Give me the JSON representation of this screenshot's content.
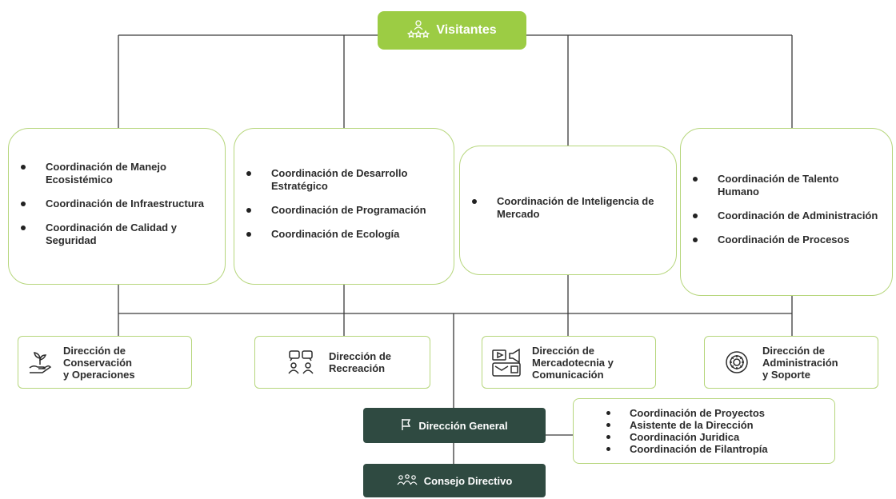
{
  "top": {
    "label": "Visitantes",
    "icon": "users-stars-icon"
  },
  "coordination_groups": [
    {
      "items": [
        "Coordinación de Manejo Ecosistémico",
        "Coordinación de Infraestructura",
        "Coordinación de Calidad y Seguridad"
      ]
    },
    {
      "items": [
        "Coordinación de Desarrollo Estratégico",
        "Coordinación de Programación",
        "Coordinación de Ecología"
      ]
    },
    {
      "items": [
        "Coordinación de Inteligencia de Mercado"
      ]
    },
    {
      "items": [
        "Coordinación de Talento Humano",
        "Coordinación de Administración",
        "Coordinación de Procesos"
      ]
    }
  ],
  "directions": [
    {
      "label": "Dirección de\nConservación\ny Operaciones",
      "icon": "hand-plant-icon"
    },
    {
      "label": "Dirección de\nRecreación",
      "icon": "chat-people-icon"
    },
    {
      "label": "Dirección de\nMercadotecnia y\nComunicación",
      "icon": "media-megaphone-icon"
    },
    {
      "label": "Dirección de\nAdministración\ny Soporte",
      "icon": "gear-icon"
    }
  ],
  "general": {
    "label": "Dirección General",
    "icon": "flag-icon"
  },
  "council": {
    "label": "Consejo Directivo",
    "icon": "group-icon"
  },
  "general_side": {
    "items": [
      "Coordinación de Proyectos",
      "Asistente de la Dirección",
      "Coordinación Juridica",
      "Coordinación de Filantropía"
    ]
  },
  "colors": {
    "accent": "#9ccc44",
    "border": "#b6d67c",
    "dark": "#2f4a41",
    "line": "#333333"
  }
}
